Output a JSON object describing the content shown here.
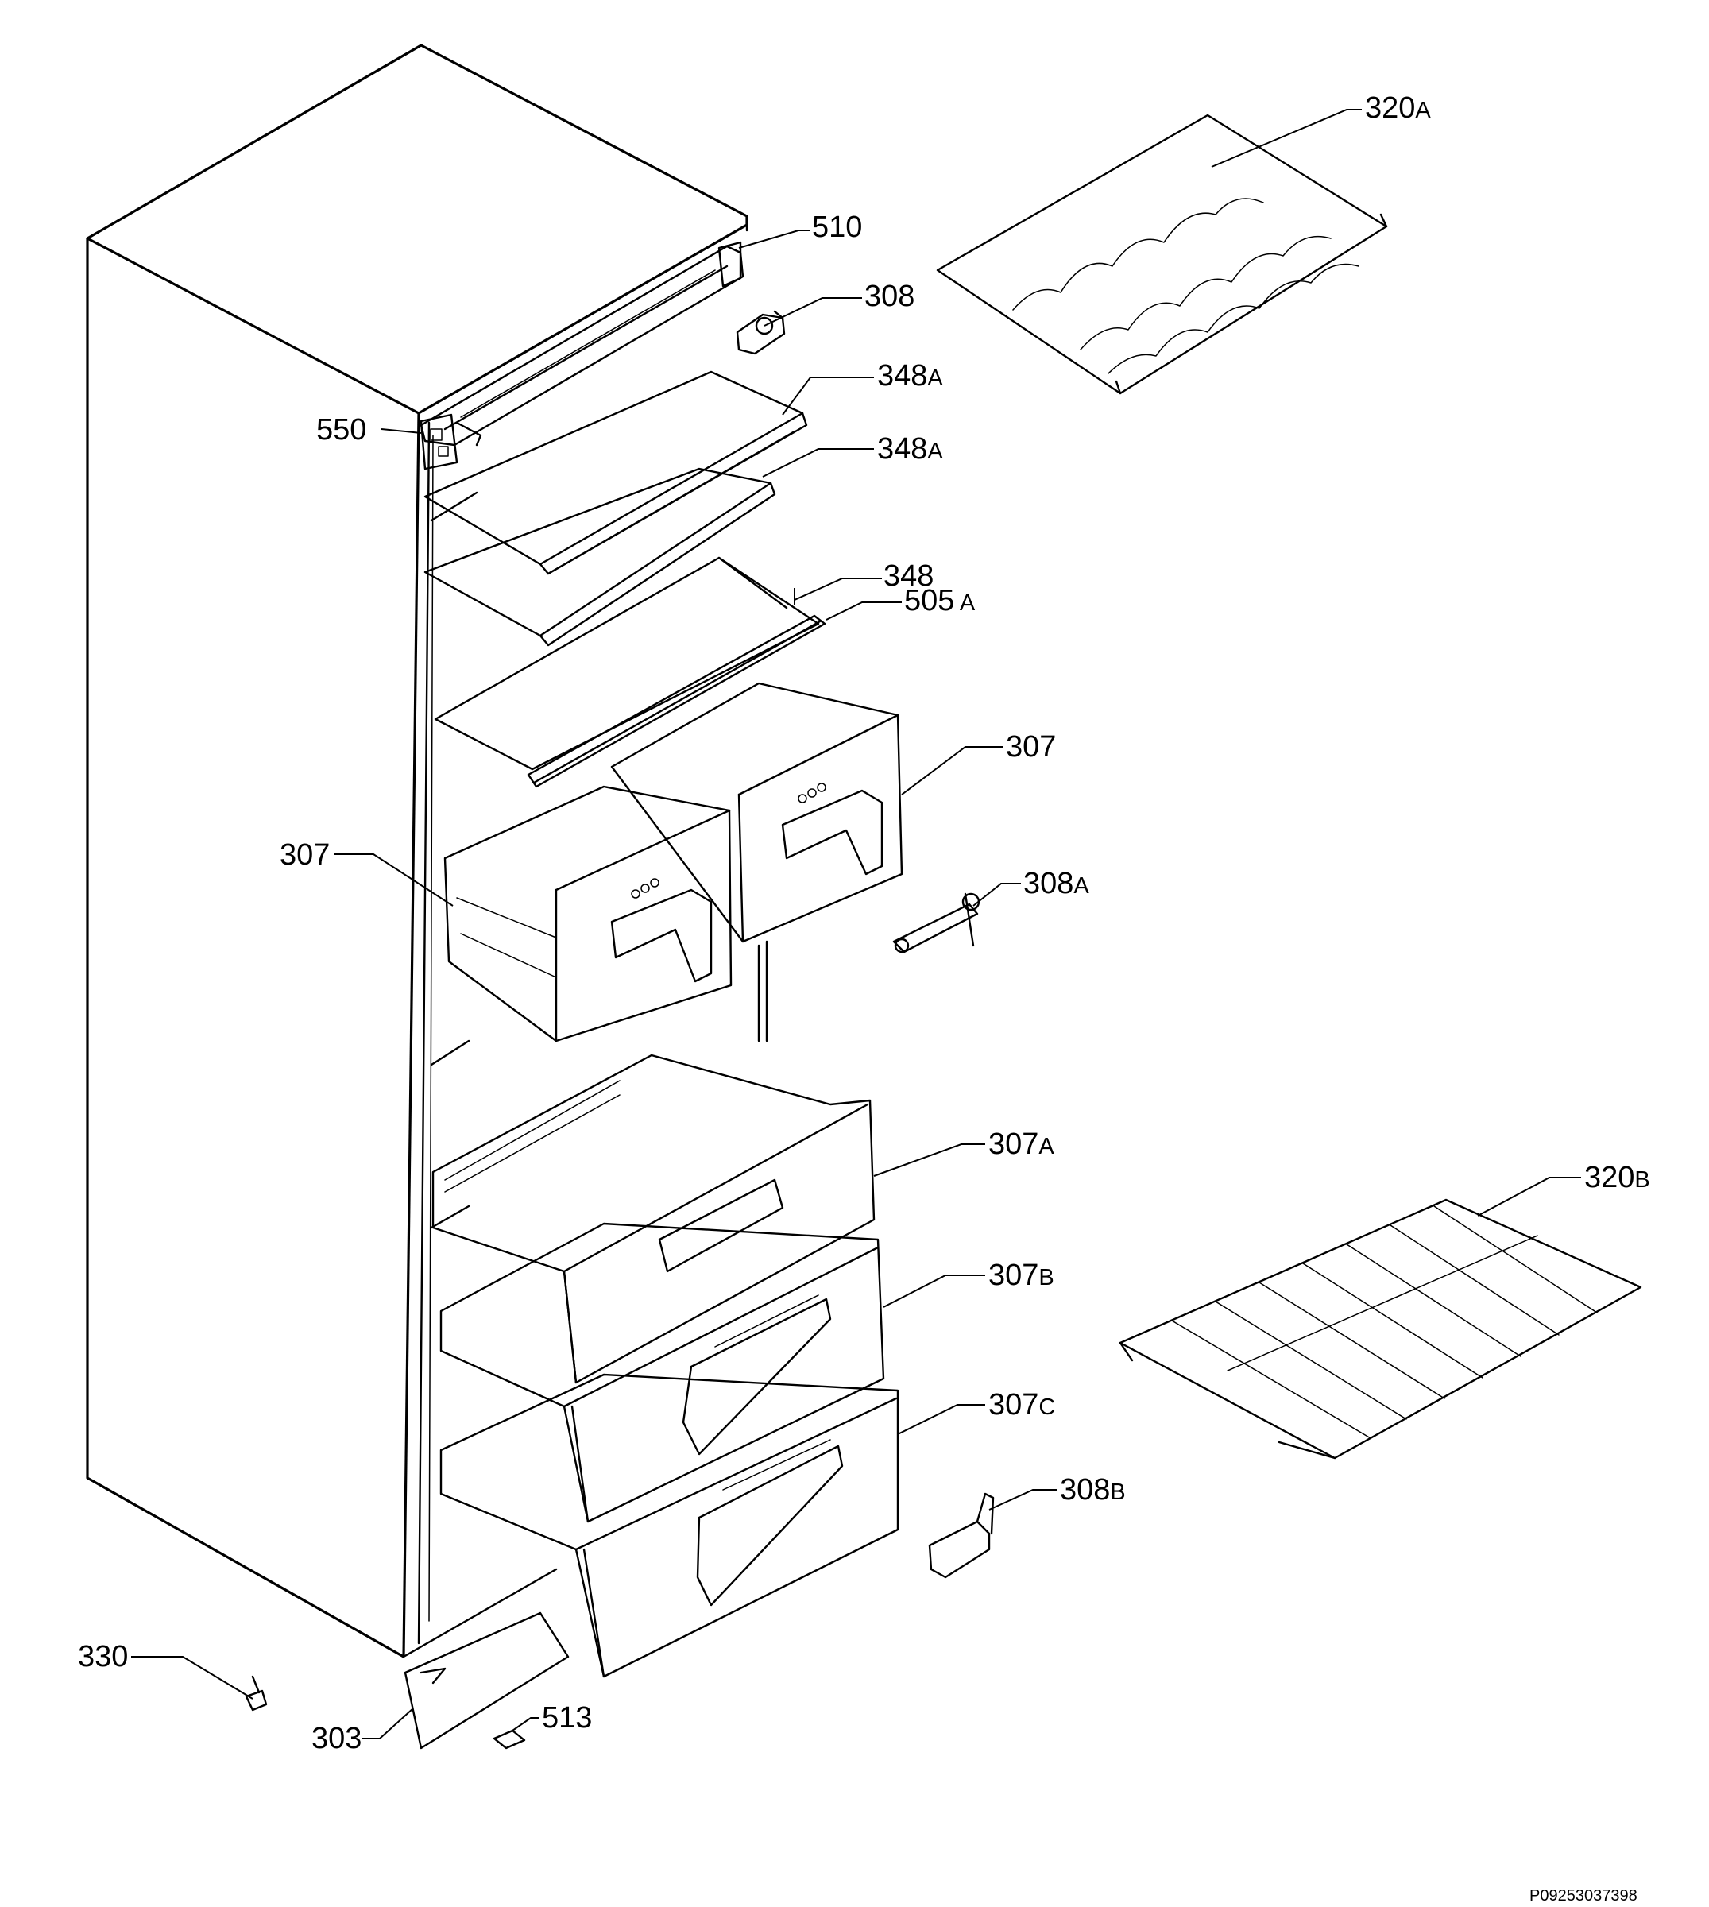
{
  "callouts": {
    "c320a": {
      "num": "320",
      "suffix": "A"
    },
    "c510": {
      "num": "510",
      "suffix": ""
    },
    "c308": {
      "num": "308",
      "suffix": ""
    },
    "c348a1": {
      "num": "348",
      "suffix": "A"
    },
    "c348a2": {
      "num": "348",
      "suffix": "A"
    },
    "c550": {
      "num": "550",
      "suffix": ""
    },
    "c348": {
      "num": "348",
      "suffix": ""
    },
    "c505a": {
      "num": "505",
      "suffix": " A"
    },
    "c307r": {
      "num": "307",
      "suffix": ""
    },
    "c307l": {
      "num": "307",
      "suffix": ""
    },
    "c308a": {
      "num": "308",
      "suffix": "A"
    },
    "c307a": {
      "num": "307",
      "suffix": "A"
    },
    "c320b": {
      "num": "320",
      "suffix": "B"
    },
    "c307b": {
      "num": "307",
      "suffix": "B"
    },
    "c307c": {
      "num": "307",
      "suffix": "C"
    },
    "c308b": {
      "num": "308",
      "suffix": "B"
    },
    "c330": {
      "num": "330",
      "suffix": ""
    },
    "c513": {
      "num": "513",
      "suffix": ""
    },
    "c303": {
      "num": "303",
      "suffix": ""
    }
  },
  "document_code": "P09253037398"
}
